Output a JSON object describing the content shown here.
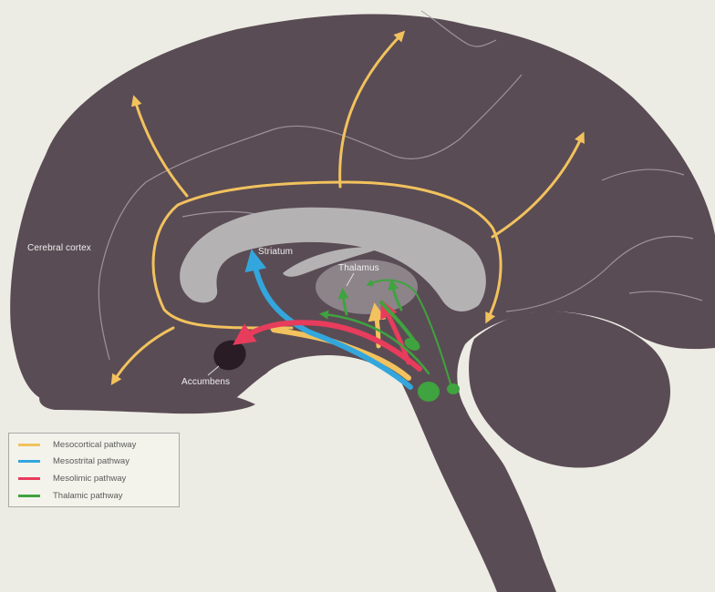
{
  "labels": {
    "cortex": "Cerebral cortex",
    "striatum": "Striatum",
    "thalamus": "Thalamus",
    "accumbens": "Accumbens"
  },
  "legend": [
    {
      "label": "Mesocortical pathway",
      "color": "#f2c25e"
    },
    {
      "label": "Mesostrital pathway",
      "color": "#33a6dd"
    },
    {
      "label": "Mesolimic pathway",
      "color": "#e83c5c"
    },
    {
      "label": "Thalamic pathway",
      "color": "#3fa33f"
    }
  ],
  "colors": {
    "brain": "#5a4c54",
    "background": "#ecece4",
    "inner_structures": "#b5b2b4",
    "accumbens": "#2a1c24"
  }
}
